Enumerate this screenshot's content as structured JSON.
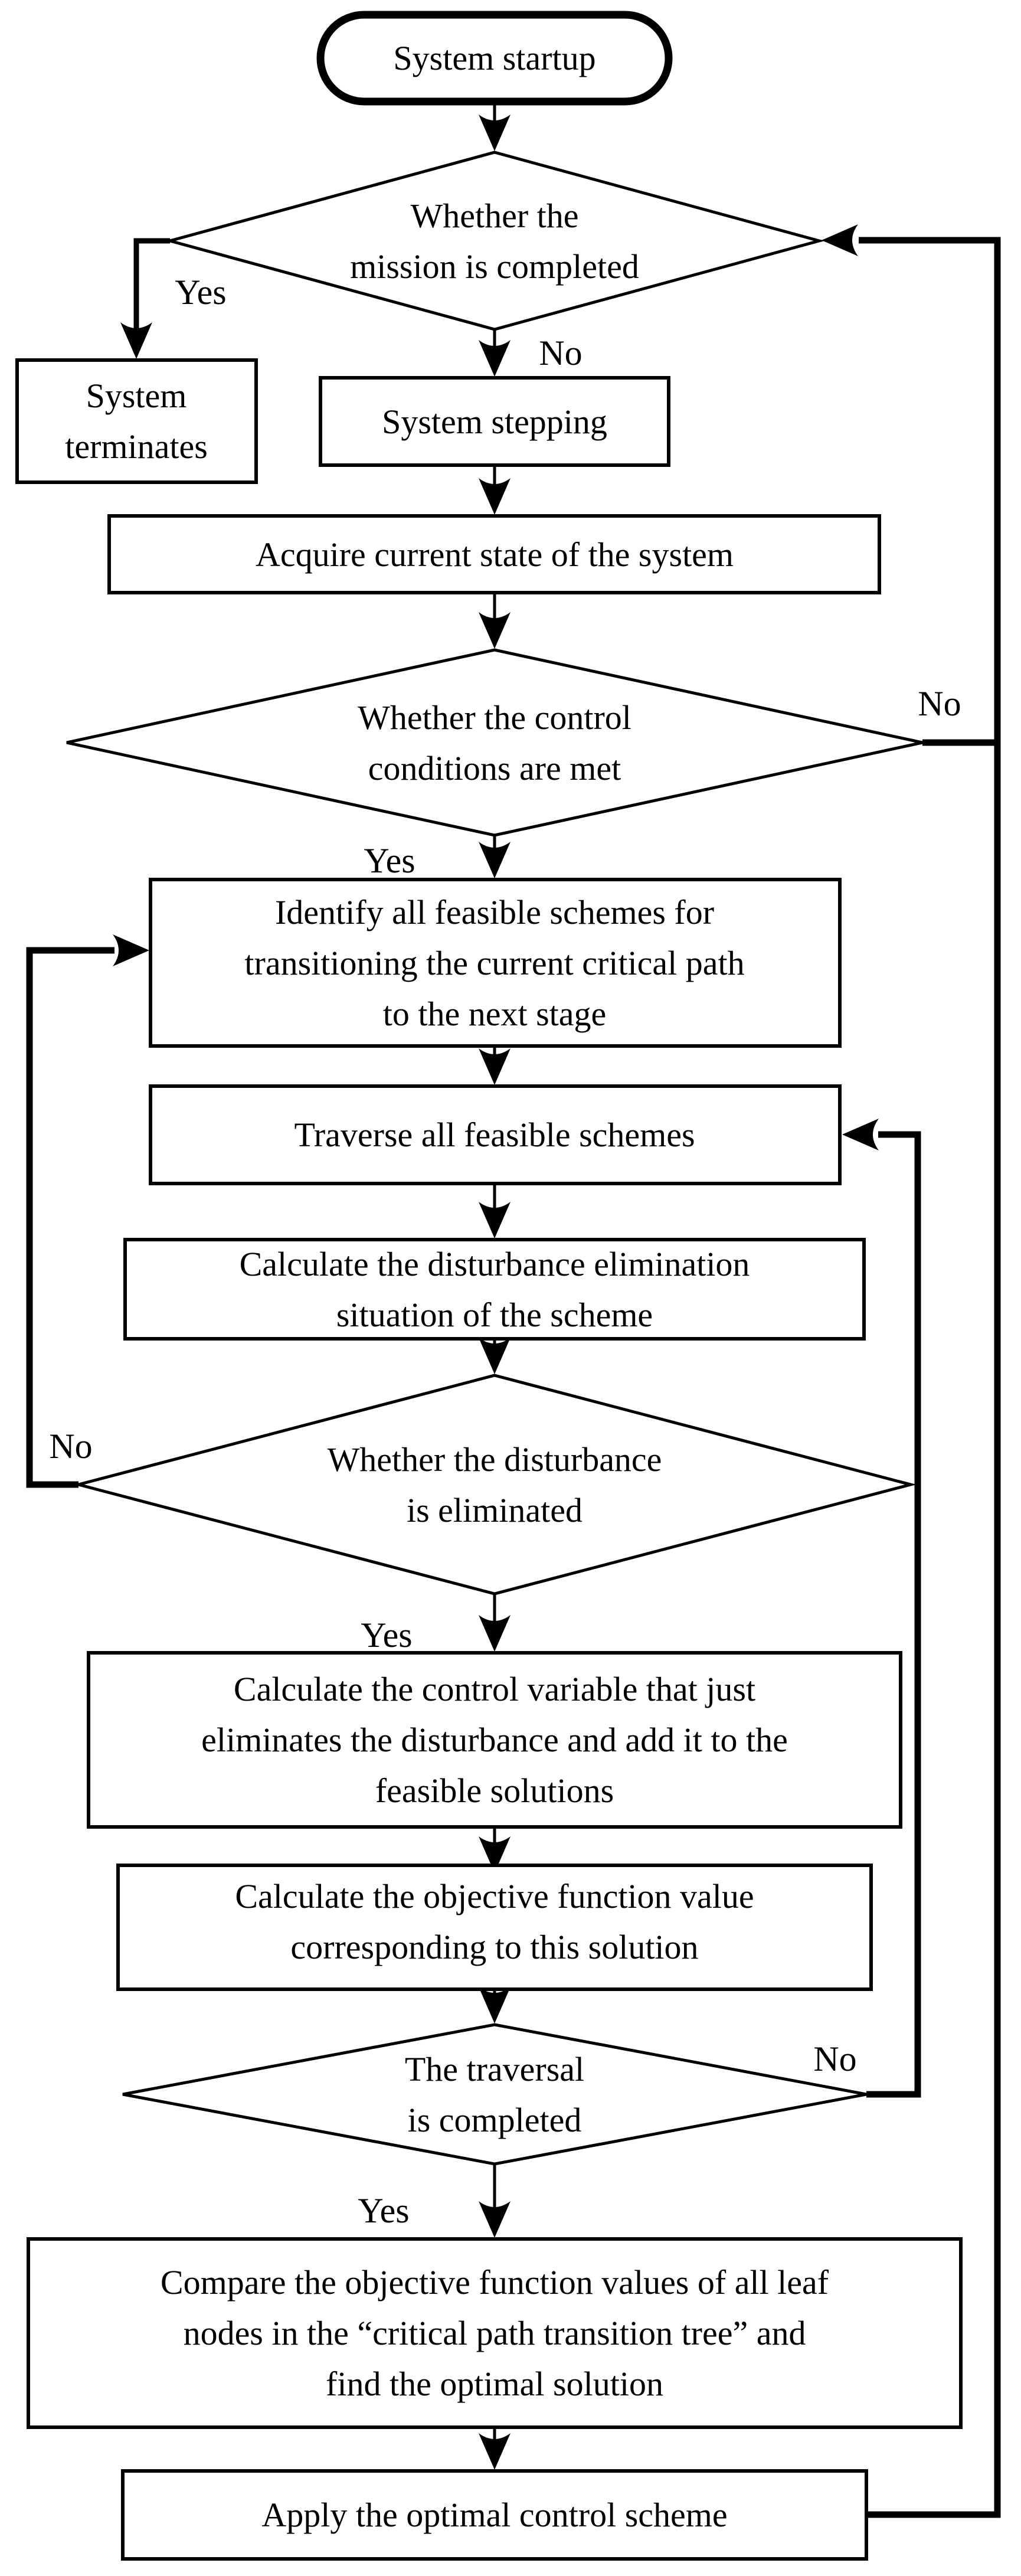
{
  "figure": {
    "kind": "flowchart",
    "background": "#ffffff",
    "stroke_color": "#000000",
    "text_color": "#000000"
  },
  "nodes": {
    "start": {
      "type": "terminator",
      "label": "System startup"
    },
    "mission_check": {
      "type": "decision",
      "lines": [
        "Whether the",
        "mission is completed"
      ]
    },
    "terminate": {
      "type": "process",
      "lines": [
        "System",
        "terminates"
      ]
    },
    "stepping": {
      "type": "process",
      "label": "System stepping"
    },
    "acquire": {
      "type": "process",
      "label": "Acquire current state of the system"
    },
    "control_check": {
      "type": "decision",
      "lines": [
        "Whether the control",
        "conditions are met"
      ]
    },
    "identify": {
      "type": "process",
      "lines": [
        "Identify all feasible schemes for",
        "transitioning the current critical path",
        "to the next stage"
      ]
    },
    "traverse": {
      "type": "process",
      "label": "Traverse all feasible schemes"
    },
    "calc_disturbance": {
      "type": "process",
      "lines": [
        "Calculate the disturbance elimination",
        "situation of the scheme"
      ]
    },
    "disturbance_check": {
      "type": "decision",
      "lines": [
        "Whether the disturbance",
        "is eliminated"
      ]
    },
    "calc_control": {
      "type": "process",
      "lines": [
        "Calculate the control variable that just",
        "eliminates the disturbance and add it to the",
        "feasible solutions"
      ]
    },
    "calc_objective": {
      "type": "process",
      "lines": [
        "Calculate the objective function value",
        "corresponding to this solution"
      ]
    },
    "traversal_check": {
      "type": "decision",
      "lines": [
        "The traversal",
        "is completed"
      ]
    },
    "compare": {
      "type": "process",
      "lines": [
        "Compare the objective function values of all leaf",
        "nodes in the “critical path transition tree” and",
        "find the optimal solution"
      ]
    },
    "apply": {
      "type": "process",
      "label": "Apply the optimal control scheme"
    }
  },
  "edge_labels": {
    "mission_yes": "Yes",
    "mission_no": "No",
    "control_yes": "Yes",
    "control_no": "No",
    "disturbance_yes": "Yes",
    "disturbance_no": "No",
    "traversal_yes": "Yes",
    "traversal_no": "No"
  }
}
